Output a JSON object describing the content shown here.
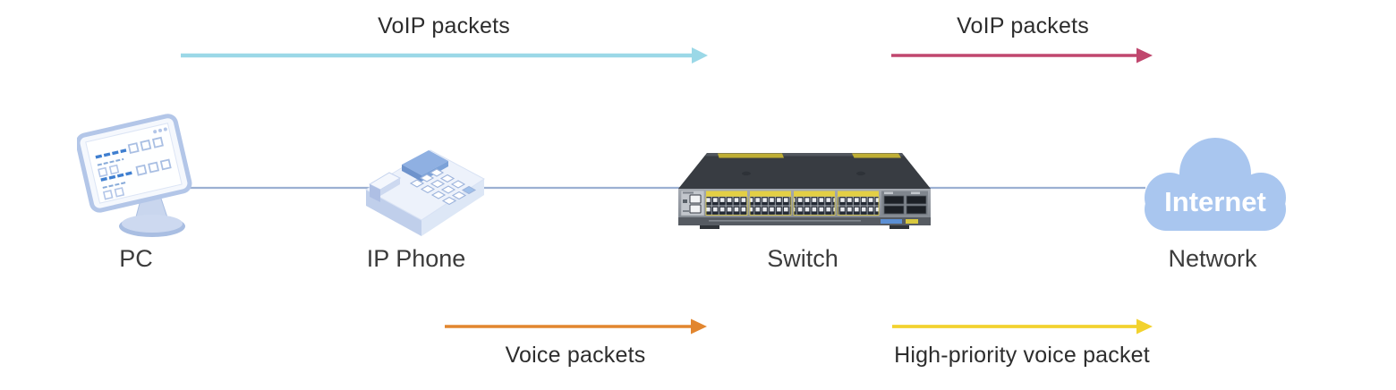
{
  "nodes": {
    "pc": {
      "label": "PC"
    },
    "ip_phone": {
      "label": "IP Phone"
    },
    "switch": {
      "label": "Switch"
    },
    "internet": {
      "label": "Network",
      "cloud_text": "Internet",
      "cloud_color": "#a9c6ef"
    }
  },
  "flows": {
    "pc_to_switch_voip": {
      "label": "VoIP packets",
      "color": "#9bd8e7"
    },
    "switch_to_network_voip": {
      "label": "VoIP packets",
      "color": "#c0476e"
    },
    "phone_to_switch_voice": {
      "label": "Voice packets",
      "color": "#e2862f"
    },
    "switch_to_network_priority": {
      "label": "High-priority voice packet",
      "color": "#f2d22e"
    }
  },
  "connector": {
    "color": "#9cb0d2"
  }
}
